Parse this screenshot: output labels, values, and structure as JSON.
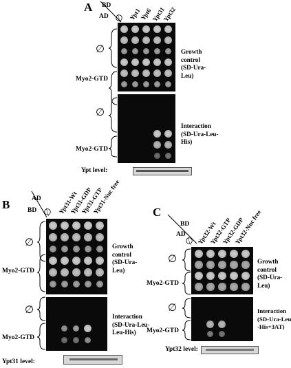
{
  "panels": {
    "a": {
      "letter": "A",
      "bd_label": "BD",
      "ad_label": "AD",
      "columns": [
        "∅",
        "Ypt1",
        "Ypt6",
        "Ypt31",
        "Ypt32"
      ],
      "row_null": "∅",
      "row_myo": "Myo2-GTD",
      "growth_text": "Growth\ncontrol\n(SD-Ura-\nLeu)",
      "interaction_text": "Interaction\n(SD-Ura-Leu-\nHis)",
      "level_label": "Ypt level:"
    },
    "b": {
      "letter": "B",
      "ad_label": "AD",
      "bd_label": "BD",
      "columns": [
        "∅",
        "Ypt31-Wt",
        "Ypt31-GDP",
        "Ypt31-GTP",
        "Ypt31-Nuc free"
      ],
      "row_null": "∅",
      "row_myo": "Myo2-GTD",
      "growth_text": "Growth\ncontrol\n(SD-Ura-\nLeu)",
      "interaction_text": "Interaction\n(SD-Ura-Leu-\nLeu-His)",
      "level_label": "Ypt31 level:"
    },
    "c": {
      "letter": "C",
      "bd_label": "BD",
      "ad_label": "AD",
      "columns": [
        "∅",
        "Ypt32-Wt",
        "Ypt32-GTP",
        "Ypt32-GDP",
        "Ypt32-Nuc free"
      ],
      "row_null": "∅",
      "row_myo": "Myo2-GTD",
      "growth_text": "Growth\ncontrol\n(SD-Ura-\nLeu)",
      "interaction_text": "Interaction\n(SD-Ura-Leu\n-His+3AT)",
      "level_label": "Ypt32 level:"
    }
  }
}
